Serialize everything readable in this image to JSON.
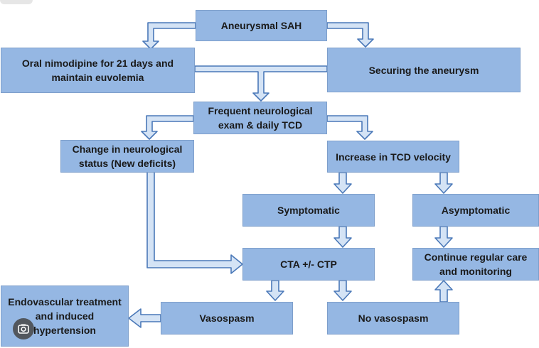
{
  "colors": {
    "box_fill": "#95b7e3",
    "box_border": "#7e9fcb",
    "arrow_stroke": "#4a78b8",
    "arrow_fill": "#d4e3f5"
  },
  "nodes": {
    "aneurysmal_sah": "Aneurysmal SAH",
    "nimodipine": "Oral nimodipine for 21 days and maintain euvolemia",
    "securing": "Securing the aneurysm",
    "frequent_exam": "Frequent neurological exam & daily TCD",
    "change_status": "Change in neurological status (New deficits)",
    "increase_tcd": "Increase in TCD velocity",
    "symptomatic": "Symptomatic",
    "asymptomatic": "Asymptomatic",
    "cta_ctp": "CTA +/- CTP",
    "continue_care": "Continue regular care and monitoring",
    "endovascular": "Endovascular treatment and induced hypertension",
    "vasospasm": "Vasospasm",
    "no_vasospasm": "No vasospasm"
  },
  "overlay": {
    "lens_icon": "camera-lens-icon"
  }
}
